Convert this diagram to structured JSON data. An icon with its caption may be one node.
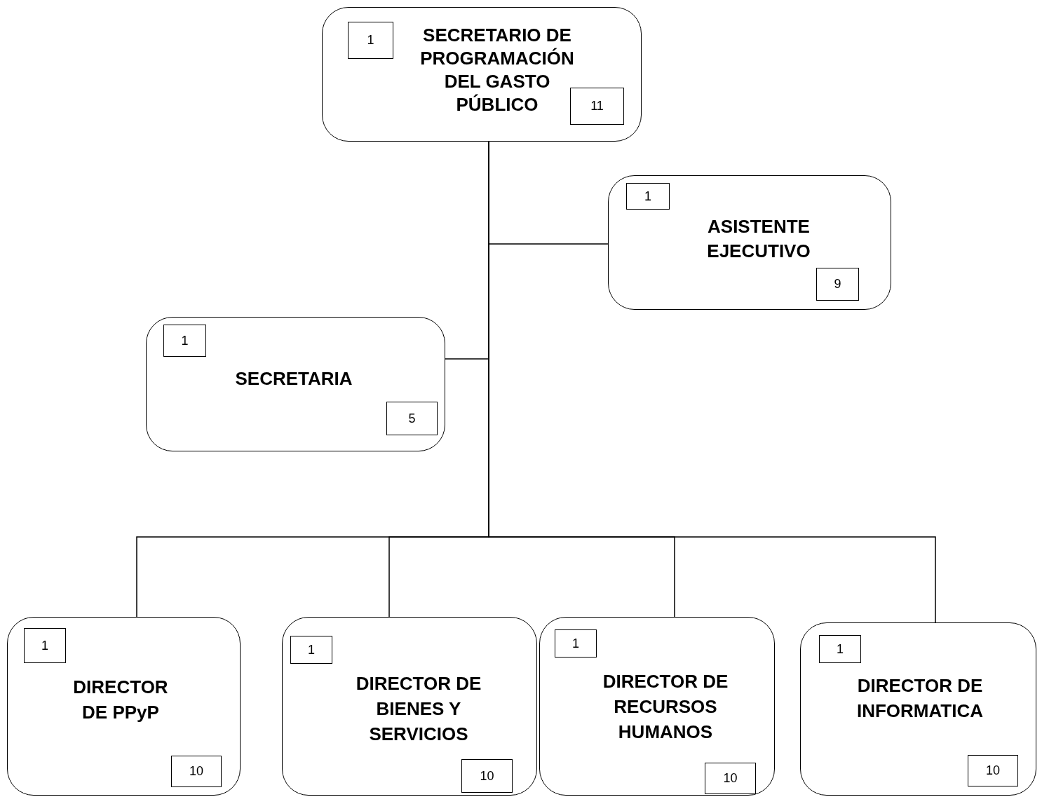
{
  "diagram": {
    "nodes": [
      {
        "text": [
          "SECRETARIO DE PROGRAMACIÓN DEL GASTO PÚBLICO"
        ]
      },
      {
        "text": [
          "1"
        ],
        "in": 0
      },
      {
        "text": [
          "11"
        ],
        "in": 0
      },
      {
        "text": [
          "ASISTENTE EJECUTIVO"
        ]
      },
      {
        "text": [
          "1"
        ],
        "in": 3
      },
      {
        "text": [
          "9"
        ],
        "in": 3
      },
      {
        "text": [
          "SECRETARIA"
        ]
      },
      {
        "text": [
          "1"
        ],
        "in": 6
      },
      {
        "text": [
          "5"
        ],
        "in": 6
      },
      {
        "text": [
          "DIRECTOR DE PPyP"
        ]
      },
      {
        "text": [
          "1"
        ],
        "in": 9
      },
      {
        "text": [
          "10"
        ],
        "in": 9
      },
      {
        "text": [
          "DIRECTOR DE BIENES Y SERVICIOS"
        ]
      },
      {
        "text": [
          "1"
        ],
        "in": 12
      },
      {
        "text": [
          "10"
        ],
        "in": 12
      },
      {
        "text": [
          "DIRECTOR DE RECURSOS HUMANOS"
        ]
      },
      {
        "text": [
          "1"
        ],
        "in": 15
      },
      {
        "text": [
          "10"
        ],
        "in": 15
      },
      {
        "text": [
          "DIRECTOR DE INFORMATICA"
        ]
      },
      {
        "text": [
          "1"
        ],
        "in": 18
      },
      {
        "text": [
          "10"
        ],
        "in": 18
      }
    ],
    "edges": [
      {
        "from": 0,
        "to": 3,
        "arrow": "none"
      },
      {
        "from": 0,
        "to": 6,
        "arrow": "none"
      },
      {
        "from": 0,
        "to": 9,
        "arrow": "none"
      },
      {
        "from": 0,
        "to": 12,
        "arrow": "none"
      },
      {
        "from": 0,
        "to": 15,
        "arrow": "none"
      },
      {
        "from": 0,
        "to": 18,
        "arrow": "none"
      }
    ]
  }
}
